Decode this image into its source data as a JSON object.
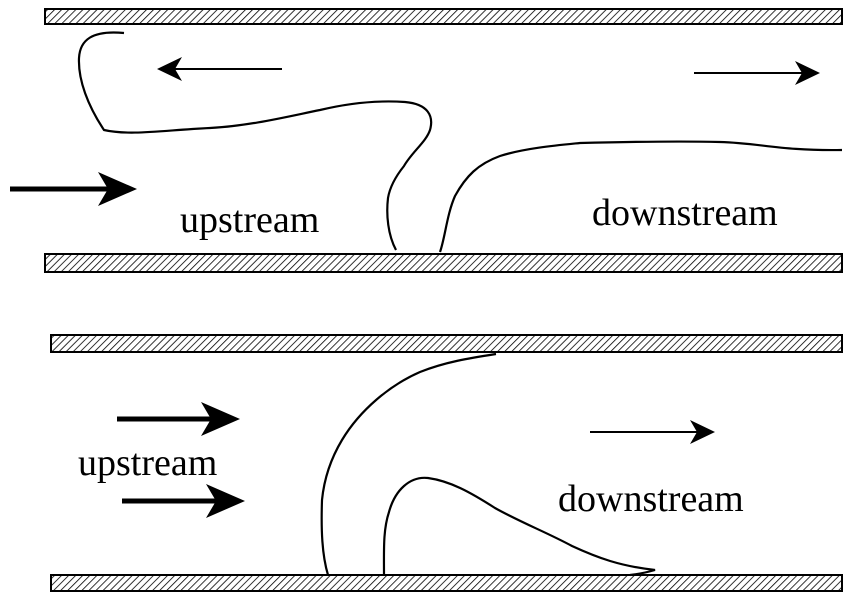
{
  "panels": [
    {
      "id": "top",
      "labels": {
        "upstream": "upstream",
        "downstream": "downstream"
      }
    },
    {
      "id": "bottom",
      "labels": {
        "upstream": "upstream",
        "downstream": "downstream"
      }
    }
  ],
  "colors": {
    "ink": "#000000",
    "background": "#ffffff"
  }
}
